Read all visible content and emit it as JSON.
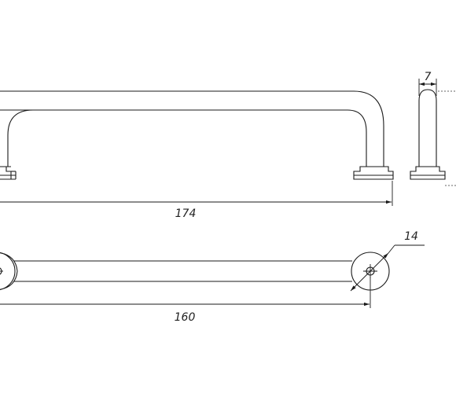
{
  "dimensions": {
    "overall_length": "174",
    "depth": "7",
    "base_diameter": "14",
    "center_distance": "160"
  },
  "colors": {
    "line": "#1a1a1a",
    "background": "#ffffff"
  }
}
